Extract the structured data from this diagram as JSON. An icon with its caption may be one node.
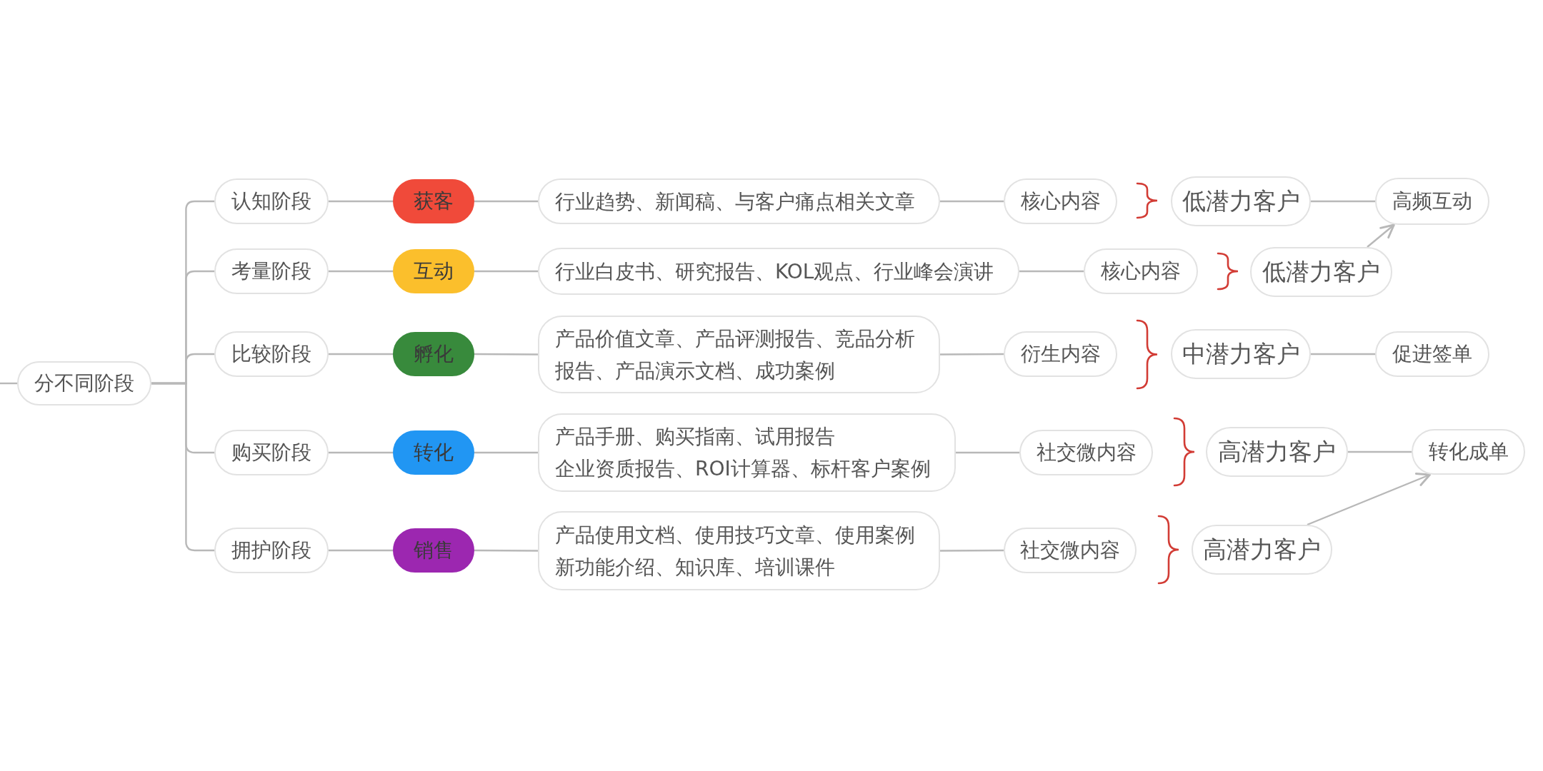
{
  "diagram": {
    "nodes": [
      {
        "text": [
          "分不同阶段"
        ]
      },
      {
        "text": [
          "认知阶段"
        ]
      },
      {
        "text": [
          "获客"
        ]
      },
      {
        "text": [
          "行业趋势、新闻稿、与客户痛点相关文章"
        ]
      },
      {
        "text": [
          "核心内容"
        ]
      },
      {
        "text": [
          "低潜力客户"
        ]
      },
      {
        "text": [
          "高频互动"
        ]
      },
      {
        "text": [
          "考量阶段"
        ]
      },
      {
        "text": [
          "互动"
        ]
      },
      {
        "text": [
          "行业白皮书、研究报告、KOL观点、行业峰会演讲"
        ]
      },
      {
        "text": [
          "核心内容"
        ]
      },
      {
        "text": [
          "低潜力客户"
        ]
      },
      {
        "text": [
          "比较阶段"
        ]
      },
      {
        "text": [
          "孵化"
        ]
      },
      {
        "text": [
          "产品价值文章、产品评测报告、竞品分析报告、产品演示文档、成功案例"
        ]
      },
      {
        "text": [
          "衍生内容"
        ]
      },
      {
        "text": [
          "中潜力客户"
        ]
      },
      {
        "text": [
          "促进签单"
        ]
      },
      {
        "text": [
          "购买阶段"
        ]
      },
      {
        "text": [
          "转化"
        ]
      },
      {
        "text": [
          "产品手册、购买指南、试用报告",
          "企业资质报告、ROI计算器、标杆客户案例"
        ]
      },
      {
        "text": [
          "社交微内容"
        ]
      },
      {
        "text": [
          "高潜力客户"
        ]
      },
      {
        "text": [
          "转化成单"
        ]
      },
      {
        "text": [
          "拥护阶段"
        ]
      },
      {
        "text": [
          "销售"
        ]
      },
      {
        "text": [
          "产品使用文档、使用技巧文章、使用案例",
          "新功能介绍、知识库、培训课件"
        ]
      },
      {
        "text": [
          "社交微内容"
        ]
      },
      {
        "text": [
          "高潜力客户"
        ]
      }
    ],
    "edges": [
      {
        "from": null,
        "to": 0,
        "arrow": "none"
      },
      {
        "from": 0,
        "to": 1,
        "arrow": "none"
      },
      {
        "from": 0,
        "to": 7,
        "arrow": "none"
      },
      {
        "from": 0,
        "to": 12,
        "arrow": "none"
      },
      {
        "from": 0,
        "to": 18,
        "arrow": "none"
      },
      {
        "from": 0,
        "to": 24,
        "arrow": "none"
      },
      {
        "from": 1,
        "to": 2,
        "arrow": "none"
      },
      {
        "from": 7,
        "to": 8,
        "arrow": "none"
      },
      {
        "from": 12,
        "to": 13,
        "arrow": "none"
      },
      {
        "from": 18,
        "to": 19,
        "arrow": "none"
      },
      {
        "from": 24,
        "to": 25,
        "arrow": "none"
      },
      {
        "from": 2,
        "to": 3,
        "arrow": "none"
      },
      {
        "from": 8,
        "to": 9,
        "arrow": "none"
      },
      {
        "from": 13,
        "to": 14,
        "arrow": "none"
      },
      {
        "from": 19,
        "to": 20,
        "arrow": "none"
      },
      {
        "from": 25,
        "to": 26,
        "arrow": "none"
      },
      {
        "from": 3,
        "to": 4,
        "arrow": "none"
      },
      {
        "from": 9,
        "to": 10,
        "arrow": "none"
      },
      {
        "from": 14,
        "to": 15,
        "arrow": "none"
      },
      {
        "from": 20,
        "to": 21,
        "arrow": "none"
      },
      {
        "from": 26,
        "to": 27,
        "arrow": "none"
      },
      {
        "from": 5,
        "to": 6,
        "arrow": "none"
      },
      {
        "from": 11,
        "to": 6,
        "arrow": "to"
      },
      {
        "from": 16,
        "to": 17,
        "arrow": "none"
      },
      {
        "from": 22,
        "to": 23,
        "arrow": "none"
      },
      {
        "from": 28,
        "to": 23,
        "arrow": "to"
      }
    ]
  }
}
